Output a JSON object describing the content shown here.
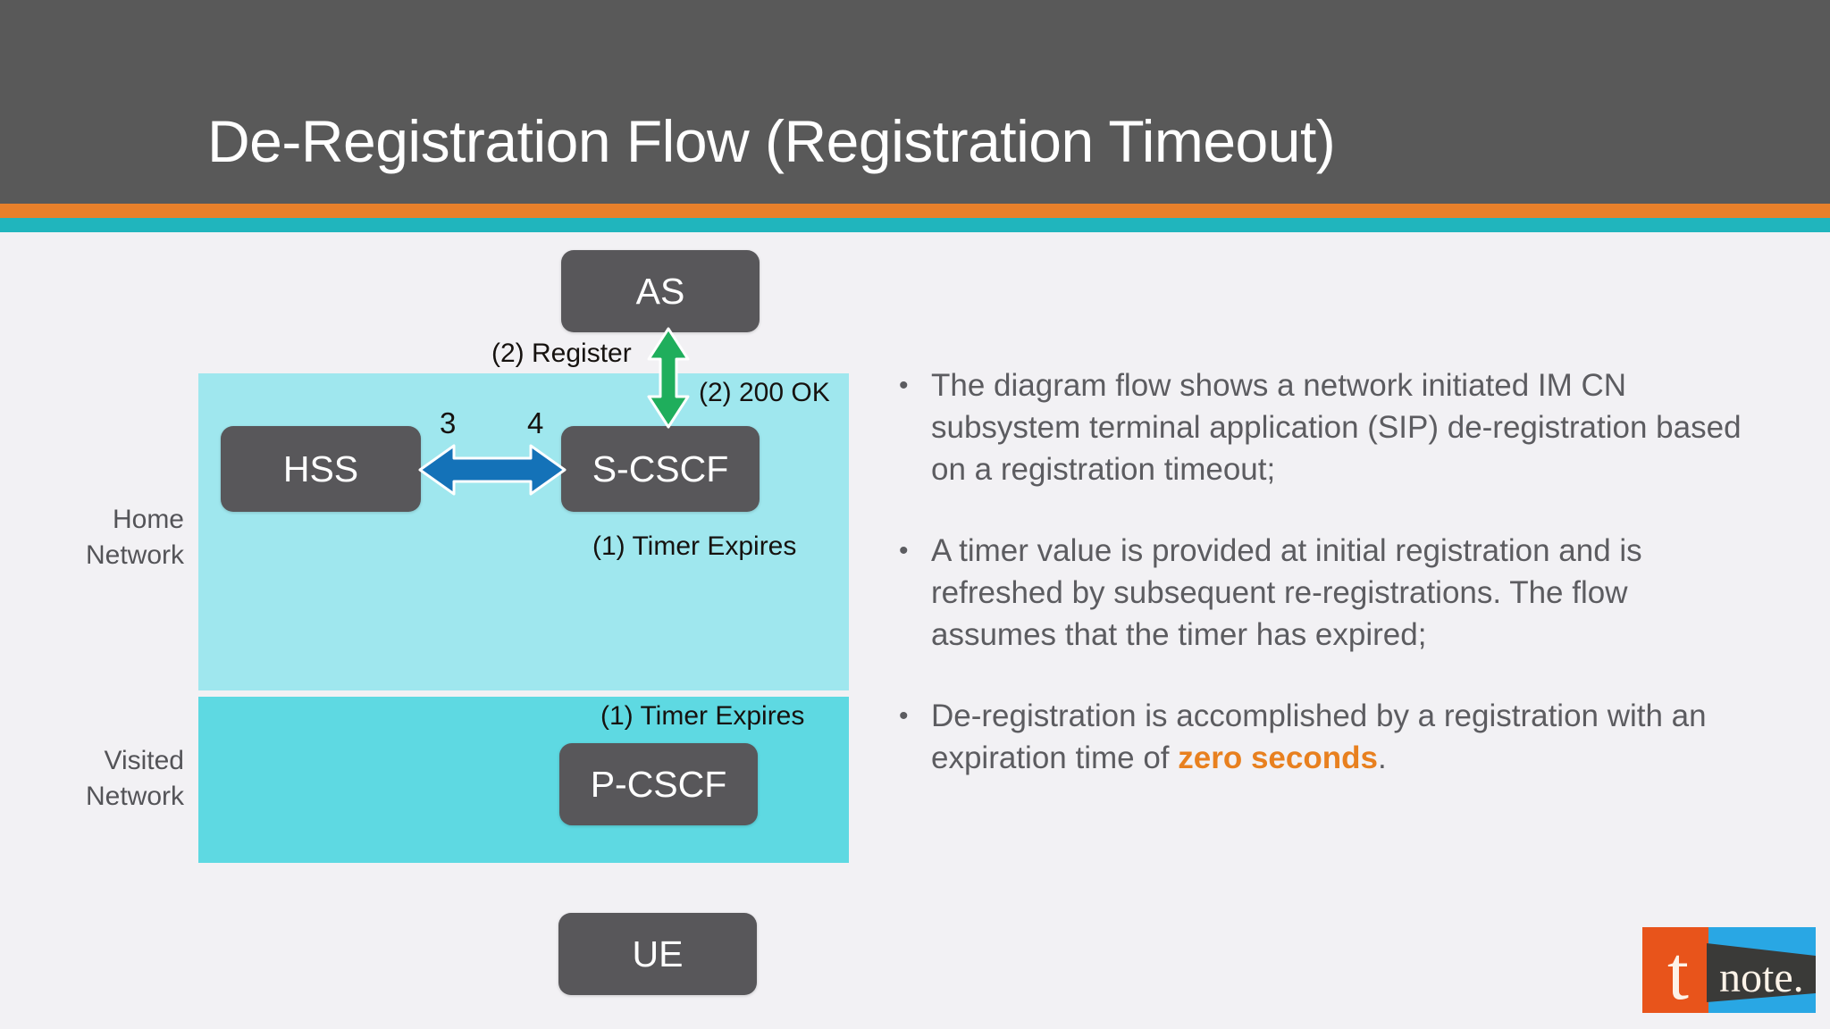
{
  "slide": {
    "title": "De-Registration Flow (Registration Timeout)",
    "background_color": "#f2f1f4",
    "header_color": "#595959",
    "accent_orange": "#e8802b",
    "accent_teal": "#20b5bd"
  },
  "diagram": {
    "zones": [
      {
        "id": "home",
        "label_line1": "Home",
        "label_line2": "Network",
        "color": "#9fe7ee"
      },
      {
        "id": "visited",
        "label_line1": "Visited",
        "label_line2": "Network",
        "color": "#5ed9e2"
      }
    ],
    "nodes": [
      {
        "id": "as",
        "label": "AS"
      },
      {
        "id": "hss",
        "label": "HSS"
      },
      {
        "id": "scscf",
        "label": "S-CSCF"
      },
      {
        "id": "pcscf",
        "label": "P-CSCF"
      },
      {
        "id": "ue",
        "label": "UE"
      }
    ],
    "annotations": {
      "register": "(2) Register",
      "ok_200": "(2) 200 OK",
      "timer_expires_home": "(1) Timer Expires",
      "timer_expires_visited": "(1) Timer Expires",
      "step_3": "3",
      "step_4": "4"
    },
    "arrows": [
      {
        "id": "as-scscf",
        "color": "#1fae5c",
        "direction": "vertical-bidirectional"
      },
      {
        "id": "hss-scscf",
        "color": "#1472b8",
        "direction": "horizontal-bidirectional"
      }
    ]
  },
  "bullets": [
    {
      "marker": "•",
      "text": "The diagram flow shows a network initiated IM CN subsystem terminal application (SIP) de-registration based on a registration timeout;"
    },
    {
      "marker": "•",
      "text": "A timer value is provided at initial registration and is refreshed by subsequent re-registrations. The flow assumes that the timer has expired;"
    },
    {
      "marker": "•",
      "text_before": "De-registration is accomplished by a registration with an expiration time of ",
      "highlight": "zero seconds",
      "text_after": "."
    }
  ],
  "logo": {
    "letter": "t",
    "word": "note.",
    "orange": "#e8541b",
    "blue": "#29a7e4",
    "dark": "#3a3a38"
  }
}
